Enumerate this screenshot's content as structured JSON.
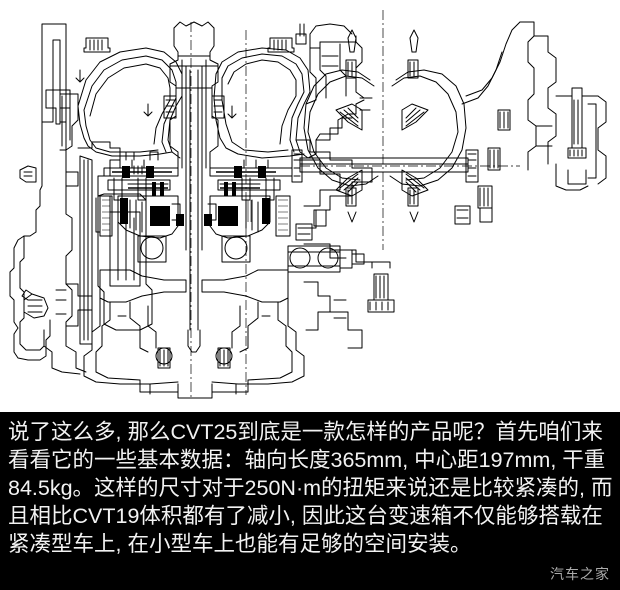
{
  "figure": {
    "name": "cvt25-cross-section-drawing",
    "description": "CVT25 transmission cross-section engineering line drawing",
    "stroke_color": "#000000",
    "background_color": "#ffffff"
  },
  "caption": {
    "text": "说了这么多, 那么CVT25到底是一款怎样的产品呢？首先咱们来看看它的一些基本数据：轴向长度365mm, 中心距197mm, 干重84.5kg。这样的尺寸对于250N·m的扭矩来说还是比较紧凑的, 而且相比CVT19体积都有了减小, 因此这台变速箱不仅能够搭载在紧凑型车上, 在小型车上也能有足够的空间安装。",
    "lines": [
      "说了这么多, 那么CVT25到底是一款怎样的产品呢？首先咱们",
      "来看看它的一些基本数据：轴向长度365mm, 中心距197mm,",
      "干重84.5kg。这样的尺寸对于250N·m的扭矩来说还是比较",
      "紧凑的, 而且相比CVT19体积都有了减小, 因此这台变速箱不仅",
      "能够搭载在紧凑型车上, 在小型车上也能有足够的空间安装。"
    ],
    "background_color": "#000000",
    "text_color": "#f2f2f2",
    "specs": {
      "product": "CVT25",
      "axial_length": "365mm",
      "center_distance": "197mm",
      "dry_weight": "84.5kg",
      "torque_capacity": "250N·m",
      "compared_to": "CVT19"
    }
  },
  "watermark": {
    "label": "汽车之家",
    "color": "#c9c9c9"
  }
}
